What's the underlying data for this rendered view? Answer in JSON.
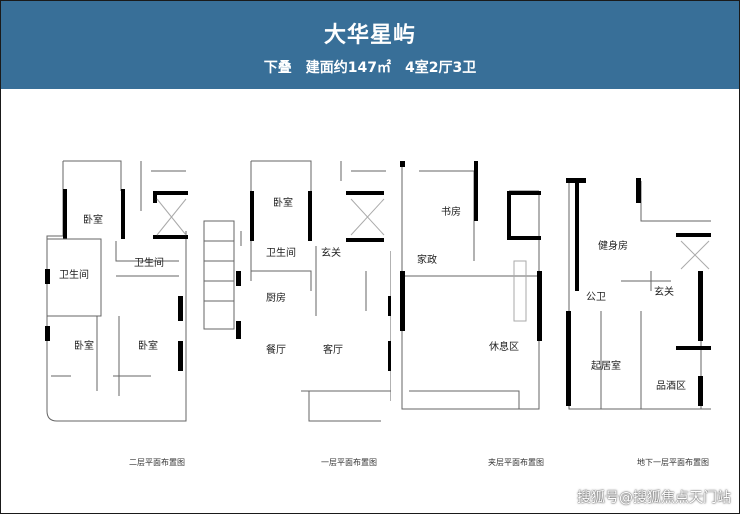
{
  "header": {
    "title": "大华星屿",
    "subtitle": "下叠　建面约147㎡　4室2厅3卫"
  },
  "plans": [
    {
      "caption": "二层平面布置图",
      "rooms": [
        "卧室",
        "卫生间",
        "卫生间",
        "卧室",
        "卧室"
      ]
    },
    {
      "caption": "一层平面布置图",
      "rooms": [
        "卧室",
        "卫生间",
        "玄关",
        "厨房",
        "餐厅",
        "客厅"
      ]
    },
    {
      "caption": "夹层平面布置图",
      "rooms": [
        "书房",
        "家政",
        "休息区"
      ]
    },
    {
      "caption": "地下一层平面布置图",
      "rooms": [
        "健身房",
        "公卫",
        "玄关",
        "起居室",
        "品酒区"
      ]
    }
  ],
  "watermark": "搜狐号@搜狐焦点天门站",
  "colors": {
    "header": "#386f98",
    "wall": "#000000"
  }
}
